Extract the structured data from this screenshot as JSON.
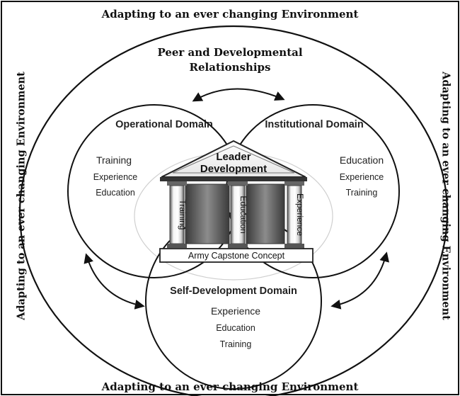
{
  "environment": {
    "top": "Adapting to an ever changing Environment",
    "bottom": "Adapting to an ever changing Environment",
    "left": "Adapting to an ever changing Environment",
    "right": "Adapting to an ever changing Environment"
  },
  "peer": {
    "line1": "Peer and Developmental",
    "line2": "Relationships"
  },
  "operational": {
    "title": "Operational Domain",
    "items": [
      "Training",
      "Experience",
      "Education"
    ]
  },
  "institutional": {
    "title": "Institutional Domain",
    "items": [
      "Education",
      "Experience",
      "Training"
    ]
  },
  "self_development": {
    "title": "Self-Development Domain",
    "items": [
      "Experience",
      "Education",
      "Training"
    ]
  },
  "temple": {
    "roof_line1": "Leader",
    "roof_line2": "Development",
    "pillars": [
      "Training",
      "Education",
      "Experience"
    ],
    "base": "Army Capstone Concept"
  }
}
